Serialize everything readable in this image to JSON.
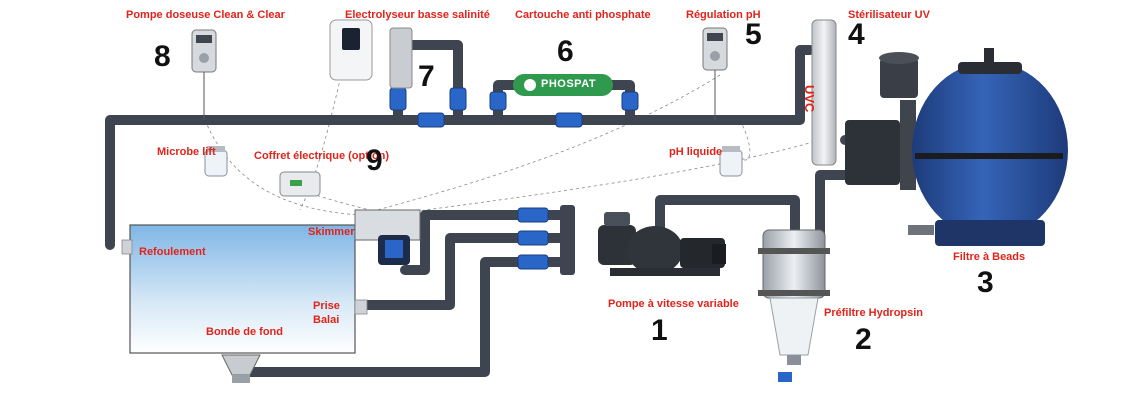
{
  "labels": {
    "pompe_doseuse": "Pompe doseuse Clean & Clear",
    "electrolyseur": "Electrolyseur basse salinité",
    "cartouche": "Cartouche anti phosphate",
    "regulation_ph": "Régulation pH",
    "sterilisateur": "Stérilisateur UV",
    "microbe_lift": "Microbe lift",
    "coffret": "Coffret électrique (option)",
    "ph_liquide": "pH liquide",
    "refoulement": "Refoulement",
    "skimmer": "Skimmer",
    "prise_balai_1": "Prise",
    "prise_balai_2": "Balai",
    "bonde": "Bonde de fond",
    "pompe": "Pompe à vitesse variable",
    "prefiltre": "Préfiltre Hydropsin",
    "filtre": "Filtre à Beads"
  },
  "numbers": {
    "n1": "1",
    "n2": "2",
    "n3": "3",
    "n4": "4",
    "n5": "5",
    "n6": "6",
    "n7": "7",
    "n8": "8",
    "n9": "9"
  },
  "branding": {
    "phospat": "PHOSPAT",
    "uvc": "UVC"
  },
  "colors": {
    "label": "#e0241b",
    "pipe": "#3f4550",
    "valve": "#2a66c8",
    "filter": "#2a4f9c",
    "phospat": "#2f9a4e"
  }
}
